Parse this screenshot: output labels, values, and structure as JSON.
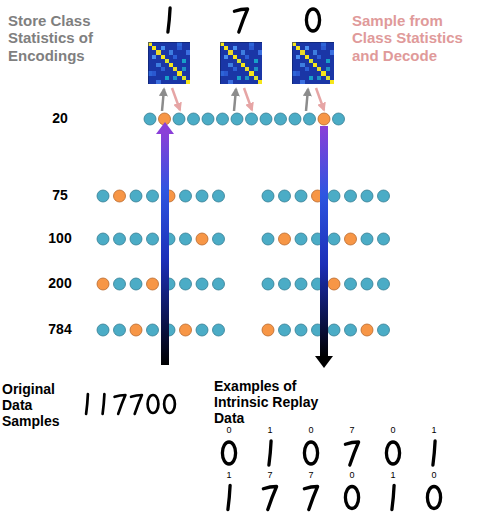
{
  "diagram": {
    "labels": [
      "Store Class Statistics of Encodings",
      "Sample from Class Statistics and Decode",
      "20",
      "75",
      "100",
      "200",
      "784",
      "Original Data Samples",
      "Examples of Intrinsic Replay Data",
      "0",
      "1",
      "0",
      "7",
      "0",
      "1",
      "1",
      "7",
      "7",
      "0",
      "1",
      "0"
    ]
  }
}
